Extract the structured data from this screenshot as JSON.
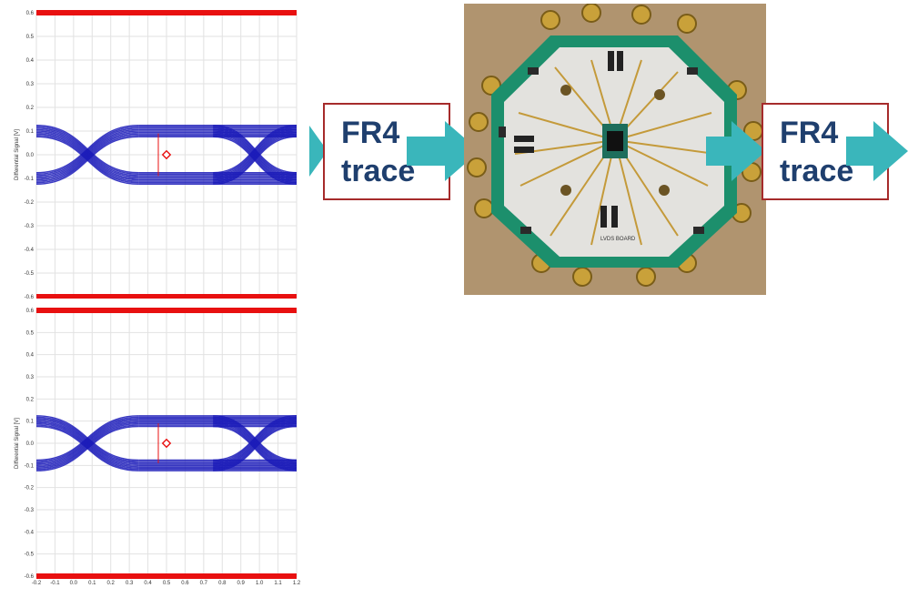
{
  "diagram": {
    "fr4_left": {
      "line1": "FR4",
      "line2": "trace"
    },
    "fr4_right": {
      "line1": "FR4",
      "line2": "trace"
    },
    "board": {
      "label": "LVDS BOARD"
    }
  },
  "colors": {
    "eye": "#1a1ab8",
    "limit": "#e81010",
    "arrow": "#3ab6bb",
    "box_border": "#a62b2b",
    "text": "#1f3f6e"
  },
  "chart_data": [
    {
      "type": "line",
      "title": "",
      "ylabel": "Differential Signal [V]",
      "xlabel": "",
      "ylim": [
        -0.6,
        0.6
      ],
      "xlim": [
        -0.2,
        1.2
      ],
      "y_ticks": [
        "0.6",
        "0.5",
        "0.4",
        "0.3",
        "0.2",
        "0.1",
        "0.0",
        "-0.1",
        "-0.2",
        "-0.3",
        "-0.4",
        "-0.5",
        "-0.6"
      ],
      "x_ticks": [],
      "limit_lines": [
        0.6,
        -0.6
      ],
      "eye": {
        "high": 0.1,
        "low": -0.1,
        "crossing": 0.0
      },
      "marker": {
        "x": 0.5,
        "y": 0.0
      },
      "grid": true
    },
    {
      "type": "line",
      "title": "",
      "ylabel": "Differential Signal [V]",
      "xlabel": "",
      "ylim": [
        -0.6,
        0.6
      ],
      "xlim": [
        -0.2,
        1.2
      ],
      "y_ticks": [
        "0.6",
        "0.5",
        "0.4",
        "0.3",
        "0.2",
        "0.1",
        "0.0",
        "-0.1",
        "-0.2",
        "-0.3",
        "-0.4",
        "-0.5",
        "-0.6"
      ],
      "x_ticks": [
        "-0.2",
        "-0.1",
        "0.0",
        "0.1",
        "0.2",
        "0.3",
        "0.4",
        "0.5",
        "0.6",
        "0.7",
        "0.8",
        "0.9",
        "1.0",
        "1.1",
        "1.2"
      ],
      "limit_lines": [
        0.6,
        -0.6
      ],
      "eye": {
        "high": 0.1,
        "low": -0.1,
        "crossing": 0.0
      },
      "marker": {
        "x": 0.5,
        "y": 0.0
      },
      "grid": true
    }
  ]
}
